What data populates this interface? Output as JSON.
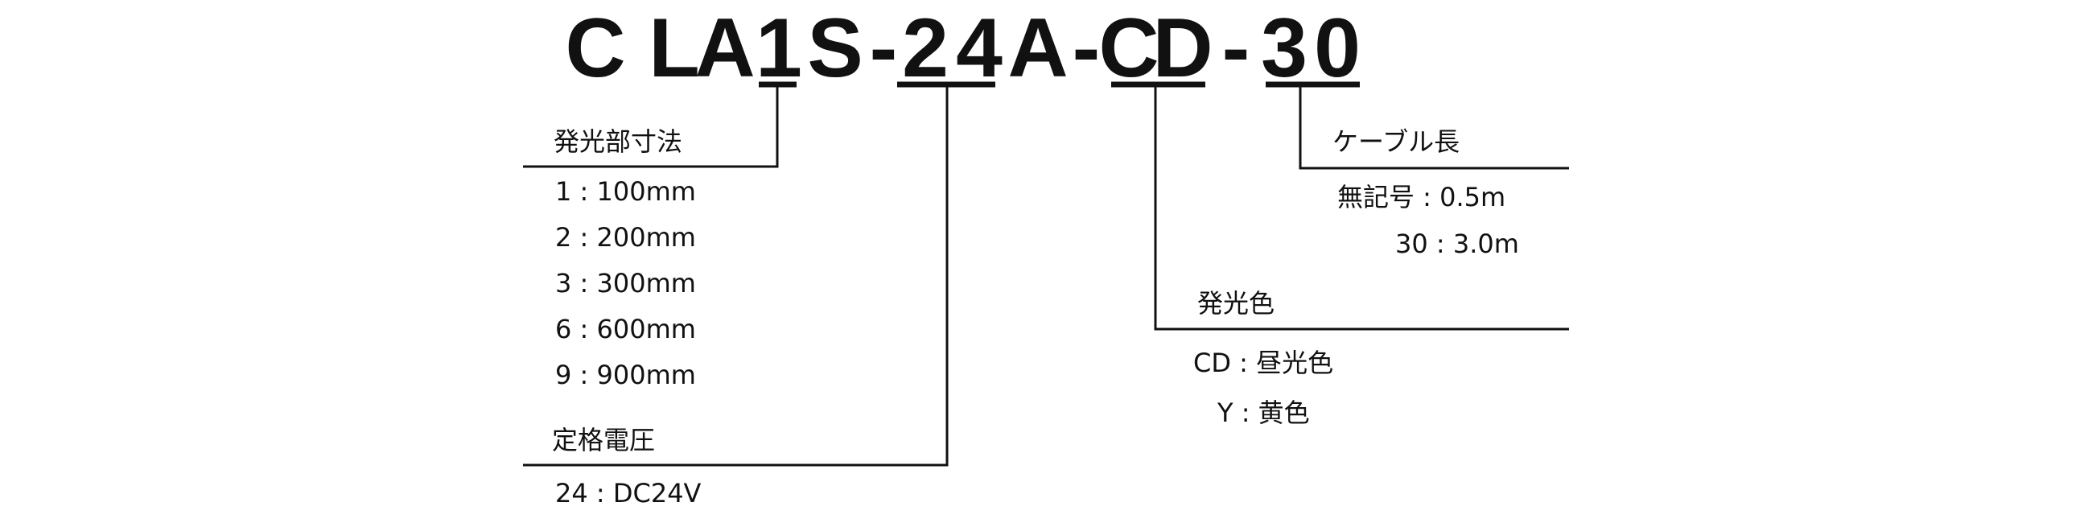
{
  "model_code": {
    "chars": [
      "C",
      "L",
      "A",
      "1",
      "S",
      "-",
      "2",
      "4",
      "A",
      "-",
      "C",
      "D",
      "-",
      "3",
      "0"
    ]
  },
  "groups": {
    "size": {
      "title": "発光部寸法",
      "items": [
        "1 : 100mm",
        "2 : 200mm",
        "3 : 300mm",
        "6 : 600mm",
        "9 : 900mm"
      ]
    },
    "voltage": {
      "title": "定格電圧",
      "items": [
        "24 : DC24V"
      ]
    },
    "color": {
      "title": "発光色",
      "items": [
        "CD : 昼光色",
        "Y : 黄色"
      ]
    },
    "cable": {
      "title": "ケーブル長",
      "items": [
        "無記号 : 0.5m",
        "30 : 3.0m"
      ]
    }
  }
}
